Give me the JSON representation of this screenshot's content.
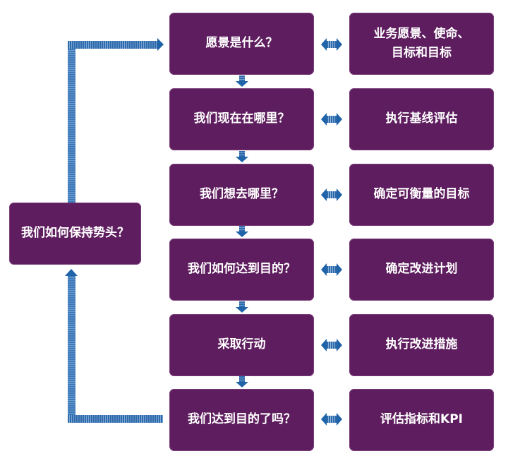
{
  "diagram": {
    "loop_box": "我们如何保持势头？",
    "steps": [
      {
        "question": "愿景是什么？",
        "action": "业务愿景、使命、目标和目标"
      },
      {
        "question": "我们现在在哪里？",
        "action": "执行基线评估"
      },
      {
        "question": "我们想去哪里？",
        "action": "确定可衡量的目标"
      },
      {
        "question": "我们如何达到目的？",
        "action": "确定改进计划"
      },
      {
        "question": "采取行动",
        "action": "执行改进措施"
      },
      {
        "question": "我们达到目的了吗？",
        "action": "评估指标和KPI"
      }
    ],
    "colors": {
      "box_fill": "#5e1d5e",
      "arrow": "#1f63a8",
      "text": "#ffffff"
    }
  }
}
